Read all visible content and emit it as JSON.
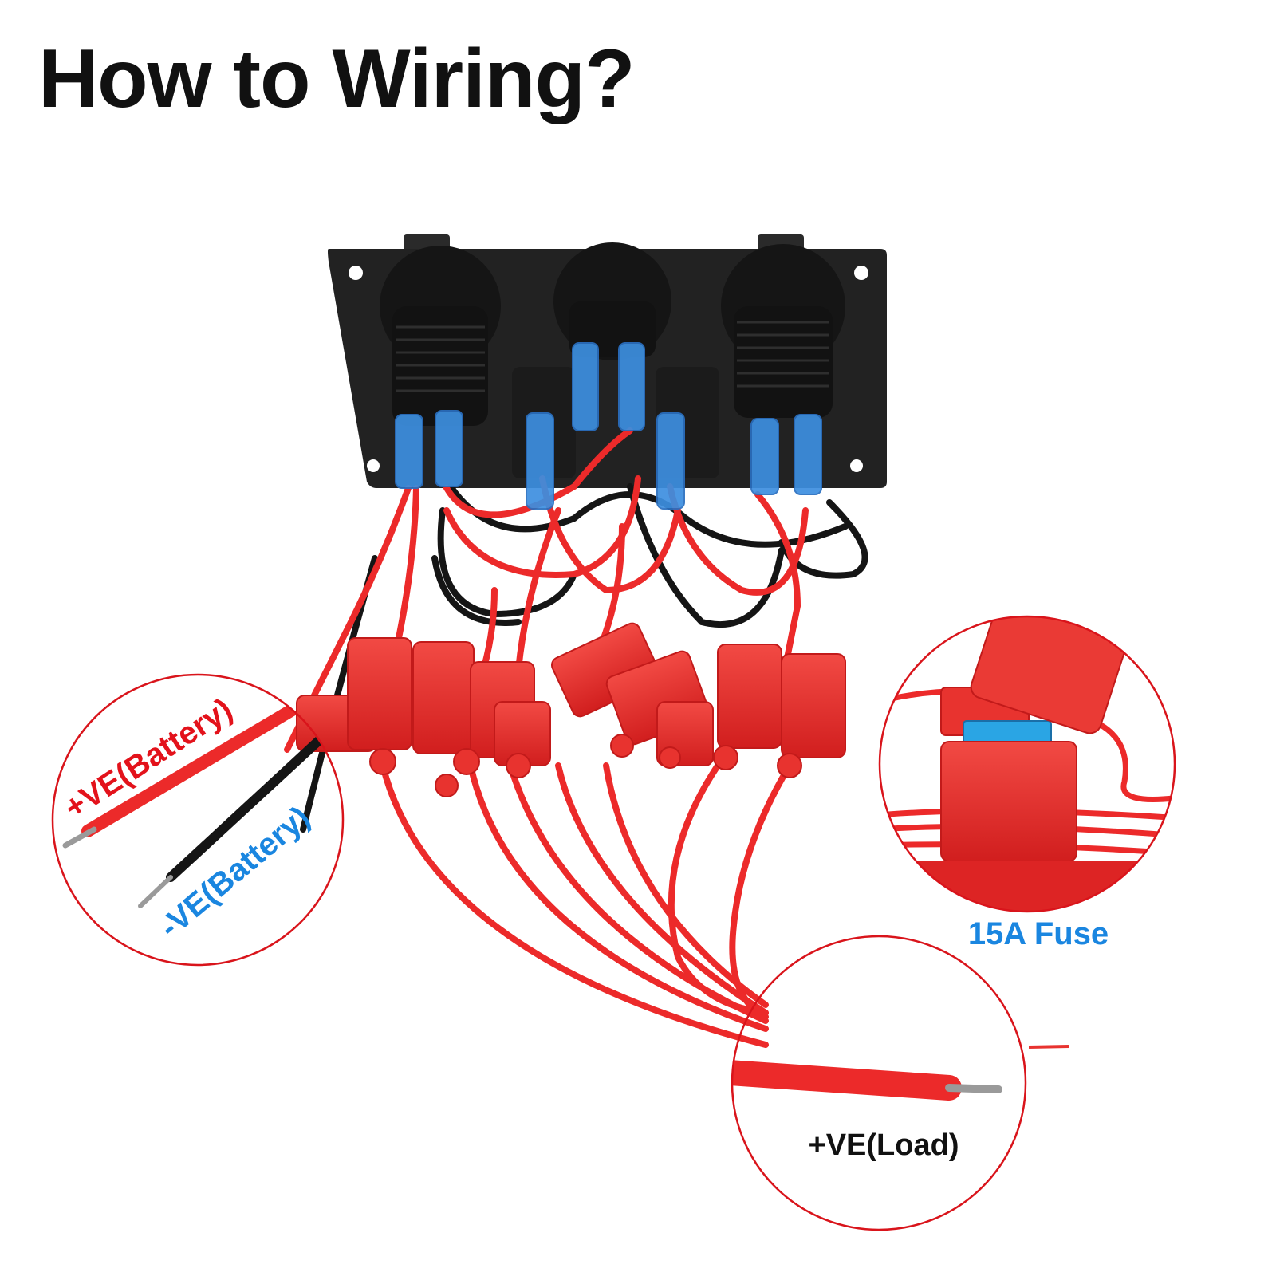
{
  "title": "How to Wiring?",
  "labels": {
    "positive_battery": "+VE(Battery)",
    "negative_battery": "-VE(Battery)",
    "fuse": "15A Fuse",
    "positive_load": "+VE(Load)"
  },
  "colors": {
    "positive_battery": "#e3121b",
    "negative_battery": "#1a86e0",
    "fuse": "#1a86e0",
    "positive_load": "#111111",
    "wire_red": "#ec2a2a",
    "wire_black": "#151515",
    "terminal_blue": "#3d8fe0",
    "fuse_holder": "#e8332f",
    "panel": "#202020",
    "callout_ring": "#d9141b"
  }
}
